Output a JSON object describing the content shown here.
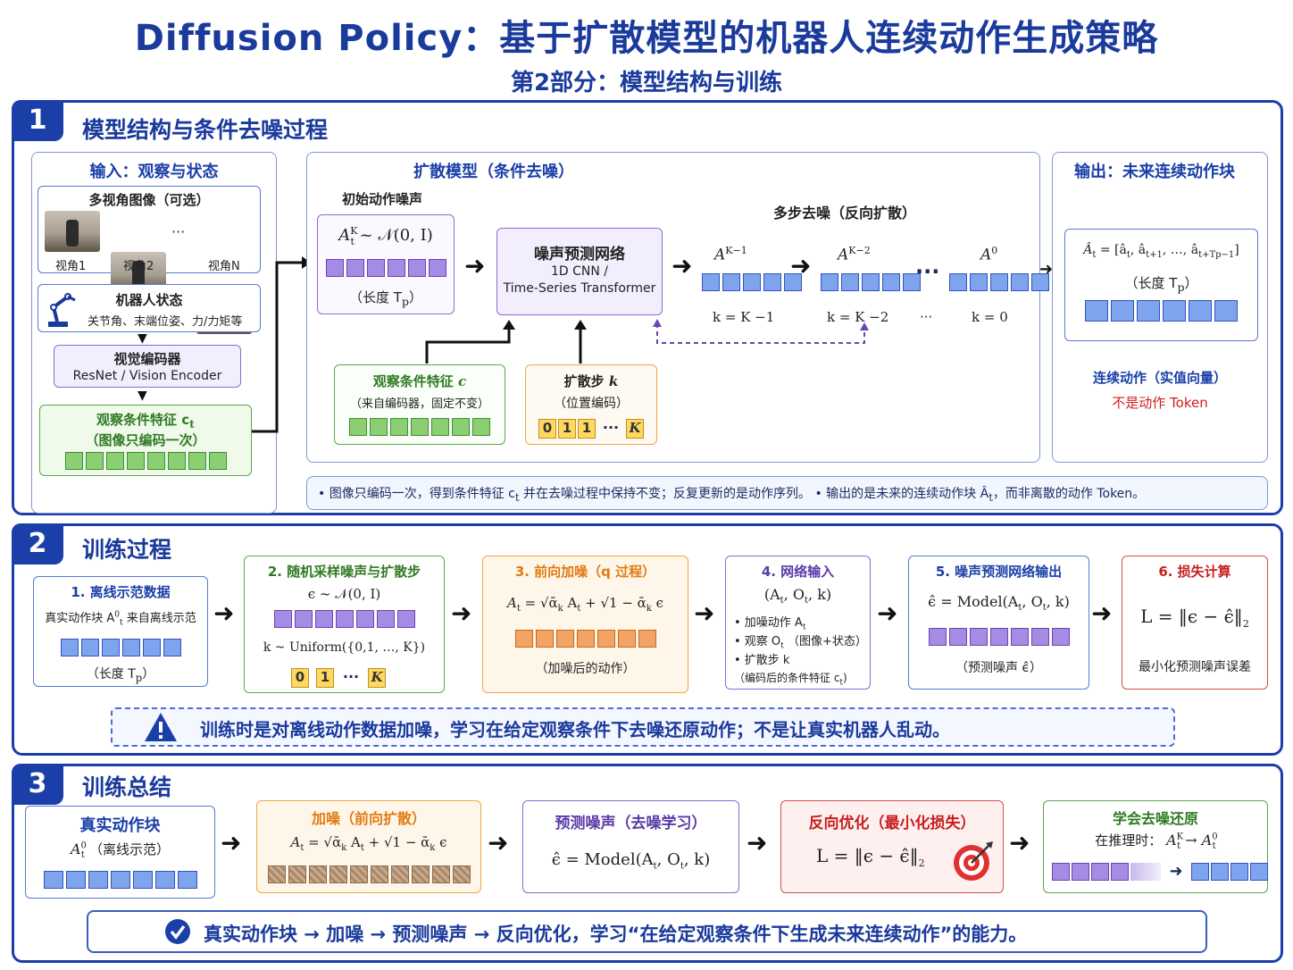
{
  "header": {
    "title": "Diffusion Policy：基于扩散模型的机器人连续动作生成策略",
    "subtitle": "第2部分：模型结构与训练"
  },
  "s1": {
    "num": "1",
    "title": "模型结构与条件去噪过程",
    "input": {
      "title": "输入：观察与状态",
      "images_title": "多视角图像（可选）",
      "views": [
        "视角1",
        "视角2",
        "视角N"
      ],
      "dots": "···",
      "robot_title": "机器人状态",
      "robot_sub": "关节角、末端位姿、力/力矩等",
      "encoder_title": "视觉编码器",
      "encoder_sub": "ResNet / Vision Encoder",
      "feat_title": "观察条件特征 c",
      "feat_sub_t": "t",
      "feat_sub": "（图像只编码一次）"
    },
    "diffusion": {
      "title": "扩散模型（条件去噪）",
      "init_label": "初始动作噪声",
      "init_formula": "A",
      "init_formula_rest": " ~ 𝒩(0, I)",
      "init_sup": "K",
      "init_sub": "t",
      "init_len": "（长度 T",
      "init_len_sub": "p",
      "init_len_end": "）",
      "net_title": "噪声预测网络",
      "net_l1": "1D CNN /",
      "net_l2": "Time-Series Transformer",
      "multistep": "多步去噪（反向扩散）",
      "steps": [
        {
          "sup": "K−1",
          "k": "k = K −1"
        },
        {
          "sup": "K−2",
          "k": "k = K −2"
        },
        {
          "sup": "0",
          "k": "k = 0"
        }
      ],
      "dots": "···",
      "cond_title": "观察条件特征",
      "cond_var": "c",
      "cond_sub": "（来自编码器，固定不变）",
      "step_title": "扩散步",
      "step_var": "k",
      "step_sub": "（位置编码）",
      "step_nums": [
        "0",
        "1",
        "1",
        "K"
      ]
    },
    "output": {
      "title": "输出：未来连续动作块",
      "formula": "Â",
      "formula_rest": " = [â",
      "formula_tail": ", â",
      "formula_end": ", …, â",
      "formula_close": "]",
      "len": "（长度 T",
      "len_sub": "p",
      "len_end": "）",
      "note1": "连续动作（实值向量）",
      "note2": "不是动作 Token"
    },
    "footnote": "•  图像只编码一次，得到条件特征 c",
    "footnote2": " 并在去噪过程中保持不变；反复更新的是动作序列。  •  输出的是未来的连续动作块 Â",
    "footnote3": "，而非离散的动作 Token。"
  },
  "s2": {
    "num": "2",
    "title": "训练过程",
    "b1_title": "1. 离线示范数据",
    "b1_text": "真实动作块 A",
    "b1_text2": " 来自离线示范",
    "b1_len": "（长度 T",
    "b2_title": "2. 随机采样噪声与扩散步",
    "b2_f1": "ϵ ~ 𝒩(0, I)",
    "b2_f2": "k ~ Uniform({0,1, …, K})",
    "b2_nums": [
      "0",
      "1",
      "K"
    ],
    "b3_title": "3. 前向加噪（q 过程）",
    "b3_formula": "A",
    "b3_rest": " = √ᾱ",
    "b3_rest2": " A",
    "b3_rest3": " + √1 − ᾱ",
    "b3_rest4": " ϵ",
    "b3_caption": "（加噪后的动作）",
    "b4_title": "4. 网络输入",
    "b4_formula": "(A",
    "b4_formula2": ", O",
    "b4_formula3": ", k)",
    "b4_items": [
      "• 加噪动作 A",
      "• 观察 O",
      "• 扩散步 k"
    ],
    "b4_item_obs": "（图像+状态）",
    "b4_item_c": "（编码后的条件特征 c",
    "b5_title": "5. 噪声预测网络输出",
    "b5_formula": "ϵ̂ = Model(A",
    "b5_formula2": ", O",
    "b5_formula3": ", k)",
    "b5_caption": "（预测噪声 ϵ̂）",
    "b6_title": "6. 损失计算",
    "b6_formula": "L = ‖ϵ − ϵ̂‖",
    "b6_caption": "最小化预测噪声误差",
    "warning": "训练时是对离线动作数据加噪，学习在给定观察条件下去噪还原动作；不是让真实机器人乱动。"
  },
  "s3": {
    "num": "3",
    "title": "训练总结",
    "c1_title": "真实动作块",
    "c1_formula": "A",
    "c1_rest": "（离线示范）",
    "c2_title": "加噪（前向扩散）",
    "c3_title": "预测噪声（去噪学习）",
    "c4_title": "反向优化（最小化损失）",
    "c5_title": "学会去噪还原",
    "c5_text": "在推理时：",
    "summary": "真实动作块 → 加噪 → 预测噪声 → 反向优化，学习“在给定观察条件下生成未来连续动作”的能力。"
  }
}
